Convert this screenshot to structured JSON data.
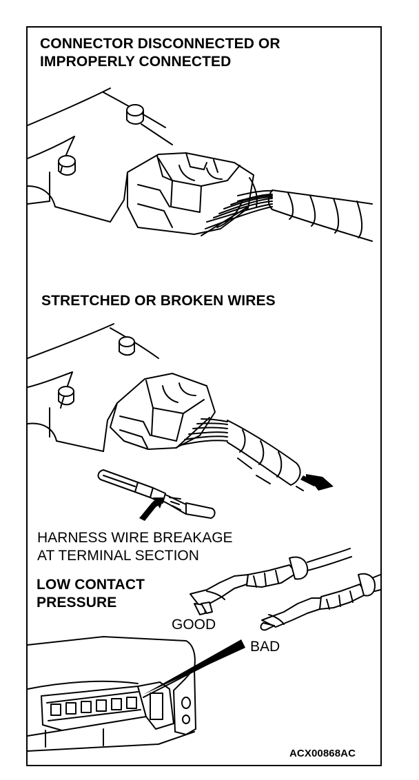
{
  "section1": {
    "line1": "CONNECTOR DISCONNECTED OR",
    "line2": "IMPROPERLY CONNECTED"
  },
  "section2": {
    "title": "STRETCHED OR BROKEN WIRES"
  },
  "callout": {
    "line1": "HARNESS WIRE BREAKAGE",
    "line2": "AT TERMINAL SECTION"
  },
  "section3": {
    "line1": "LOW CONTACT",
    "line2": "PRESSURE",
    "good_label": "GOOD",
    "bad_label": "BAD"
  },
  "figure_code": "ACX00868AC"
}
